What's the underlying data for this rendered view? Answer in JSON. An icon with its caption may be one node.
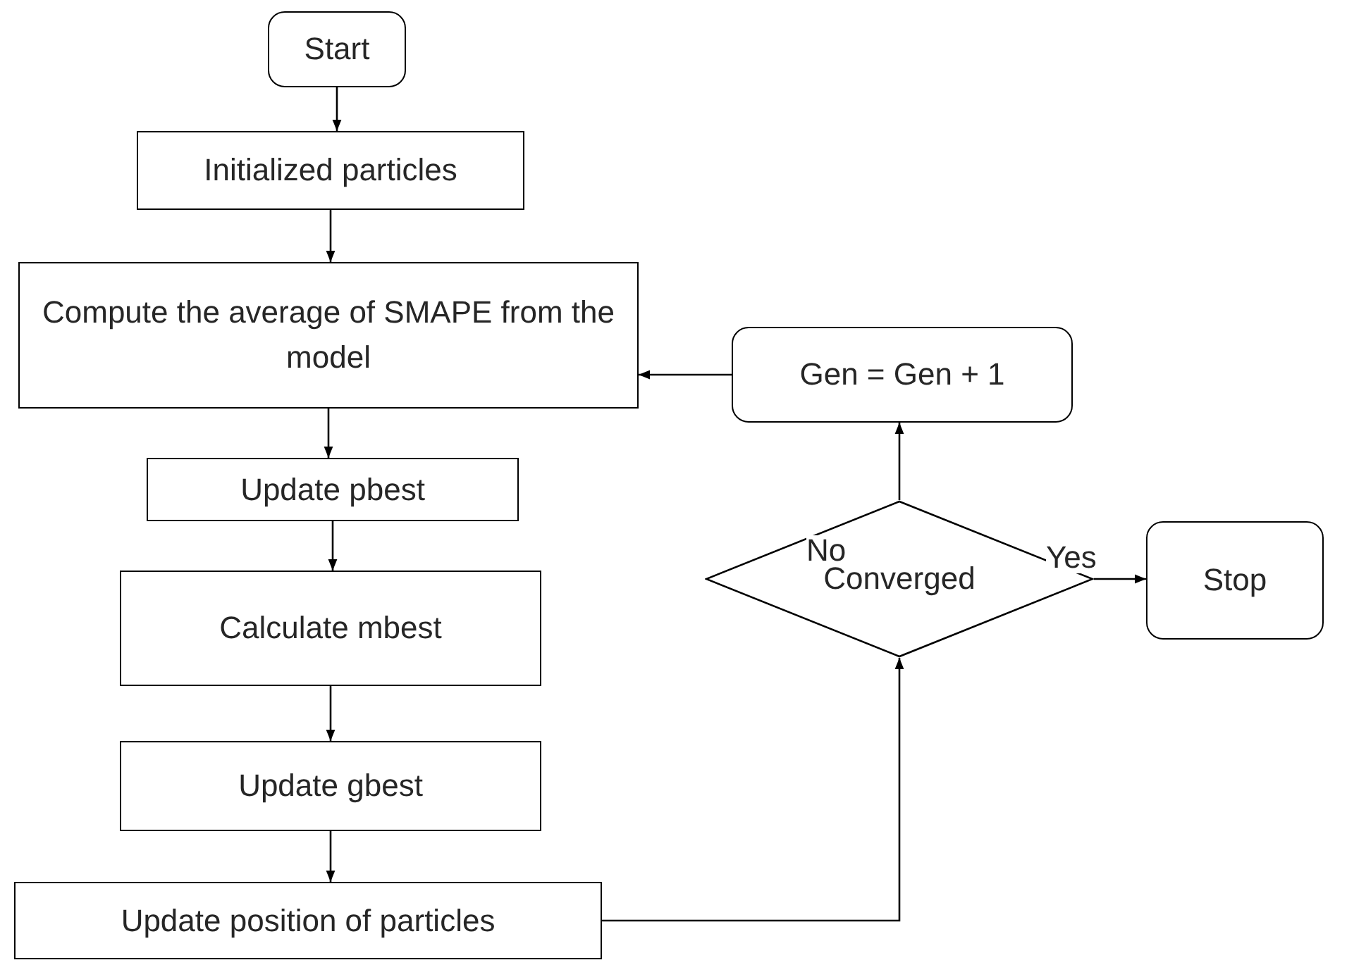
{
  "diagram": {
    "nodes": [
      {
        "text": [
          "Start"
        ]
      },
      {
        "text": [
          "Initialized particles"
        ]
      },
      {
        "text": [
          "Compute the average of SMAPE from the model"
        ]
      },
      {
        "text": [
          "Gen = Gen + 1"
        ]
      },
      {
        "text": [
          "Update pbest"
        ]
      },
      {
        "text": [
          "Calculate mbest"
        ]
      },
      {
        "text": [
          "Converged"
        ]
      },
      {
        "text": [
          "Stop"
        ]
      },
      {
        "text": [
          "Update gbest"
        ]
      },
      {
        "text": [
          "Update position of particles"
        ]
      }
    ],
    "edges": [
      {
        "from": 0,
        "to": 1,
        "arrow": "to"
      },
      {
        "from": 1,
        "to": 2,
        "arrow": "to"
      },
      {
        "from": 2,
        "to": 4,
        "arrow": "to"
      },
      {
        "from": 4,
        "to": 5,
        "arrow": "to"
      },
      {
        "from": 5,
        "to": 8,
        "arrow": "to"
      },
      {
        "from": 8,
        "to": 9,
        "arrow": "to"
      },
      {
        "from": 9,
        "to": 6,
        "arrow": "to"
      },
      {
        "from": 6,
        "to": 3,
        "arrow": "to",
        "label": "No"
      },
      {
        "from": 6,
        "to": 7,
        "arrow": "to",
        "label": "Yes"
      },
      {
        "from": 3,
        "to": 2,
        "arrow": "to"
      }
    ]
  }
}
